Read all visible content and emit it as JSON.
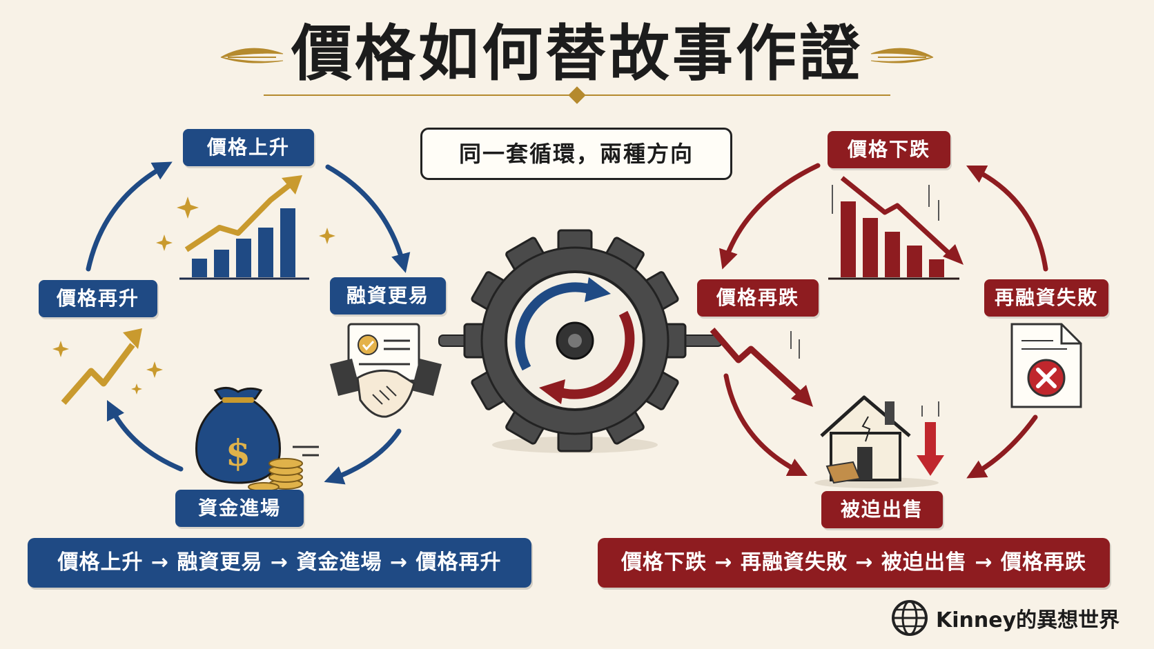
{
  "title": "價格如何替故事作證",
  "subtitle": "同一套循環，兩種方向",
  "left_cycle": {
    "steps": [
      "價格上升",
      "融資更易",
      "資金進場",
      "價格再升"
    ],
    "summary": "價格上升 → 融資更易 → 資金進場 → 價格再升",
    "color": "#1f4a84"
  },
  "right_cycle": {
    "steps": [
      "價格下跌",
      "再融資失敗",
      "被迫出售",
      "價格再跌"
    ],
    "summary": "價格下跌 → 再融資失敗 → 被迫出售 → 價格再跌",
    "color": "#8e1c20"
  },
  "brand": "Kinney的異想世界",
  "icons": {
    "up_chart": "rising-bar-chart-icon",
    "handshake": "handshake-contract-icon",
    "money": "money-bag-coins-icon",
    "up_arrow": "zigzag-up-arrow-icon",
    "gear": "gear-cycle-icon",
    "down_chart": "falling-bar-chart-icon",
    "rejected": "rejected-document-icon",
    "house": "cracked-house-icon",
    "down_arrow": "zigzag-down-arrow-icon",
    "globe": "globe-icon"
  }
}
